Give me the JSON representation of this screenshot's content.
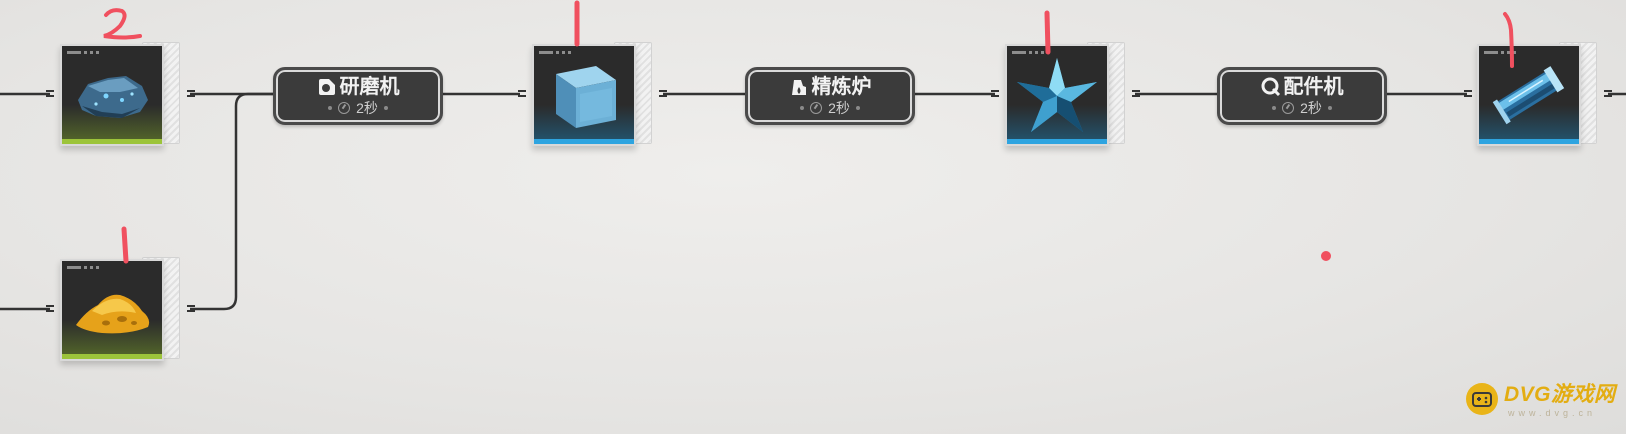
{
  "flow": {
    "items": [
      {
        "id": "ore",
        "art": "blue-ore",
        "rarity_color": "#9cc43a",
        "glow_color": "#6f8f2a",
        "annotation": "2"
      },
      {
        "id": "powder",
        "art": "orange-powder",
        "rarity_color": "#9cc43a",
        "glow_color": "#6f8f2a",
        "annotation": "1"
      },
      {
        "id": "cube",
        "art": "blue-cube",
        "rarity_color": "#2ea4e0",
        "glow_color": "#1d6f9c",
        "annotation": "1"
      },
      {
        "id": "crystal",
        "art": "star-crystal",
        "rarity_color": "#2ea4e0",
        "glow_color": "#1d6f9c",
        "annotation": "1"
      },
      {
        "id": "part",
        "art": "blue-component",
        "rarity_color": "#2ea4e0",
        "glow_color": "#1d6f9c",
        "annotation": "1"
      }
    ],
    "machines": [
      {
        "name": "研磨机",
        "icon": "grinder-icon",
        "time": "2秒"
      },
      {
        "name": "精炼炉",
        "icon": "furnace-icon",
        "time": "2秒"
      },
      {
        "name": "配件机",
        "icon": "fitting-icon",
        "time": "2秒"
      }
    ],
    "annotation_color": "#f0505f",
    "connector_color": "#333333"
  },
  "watermark": {
    "brand": "DVG游戏网",
    "url": "www.dvg.cn",
    "color": "#e3ad12"
  }
}
